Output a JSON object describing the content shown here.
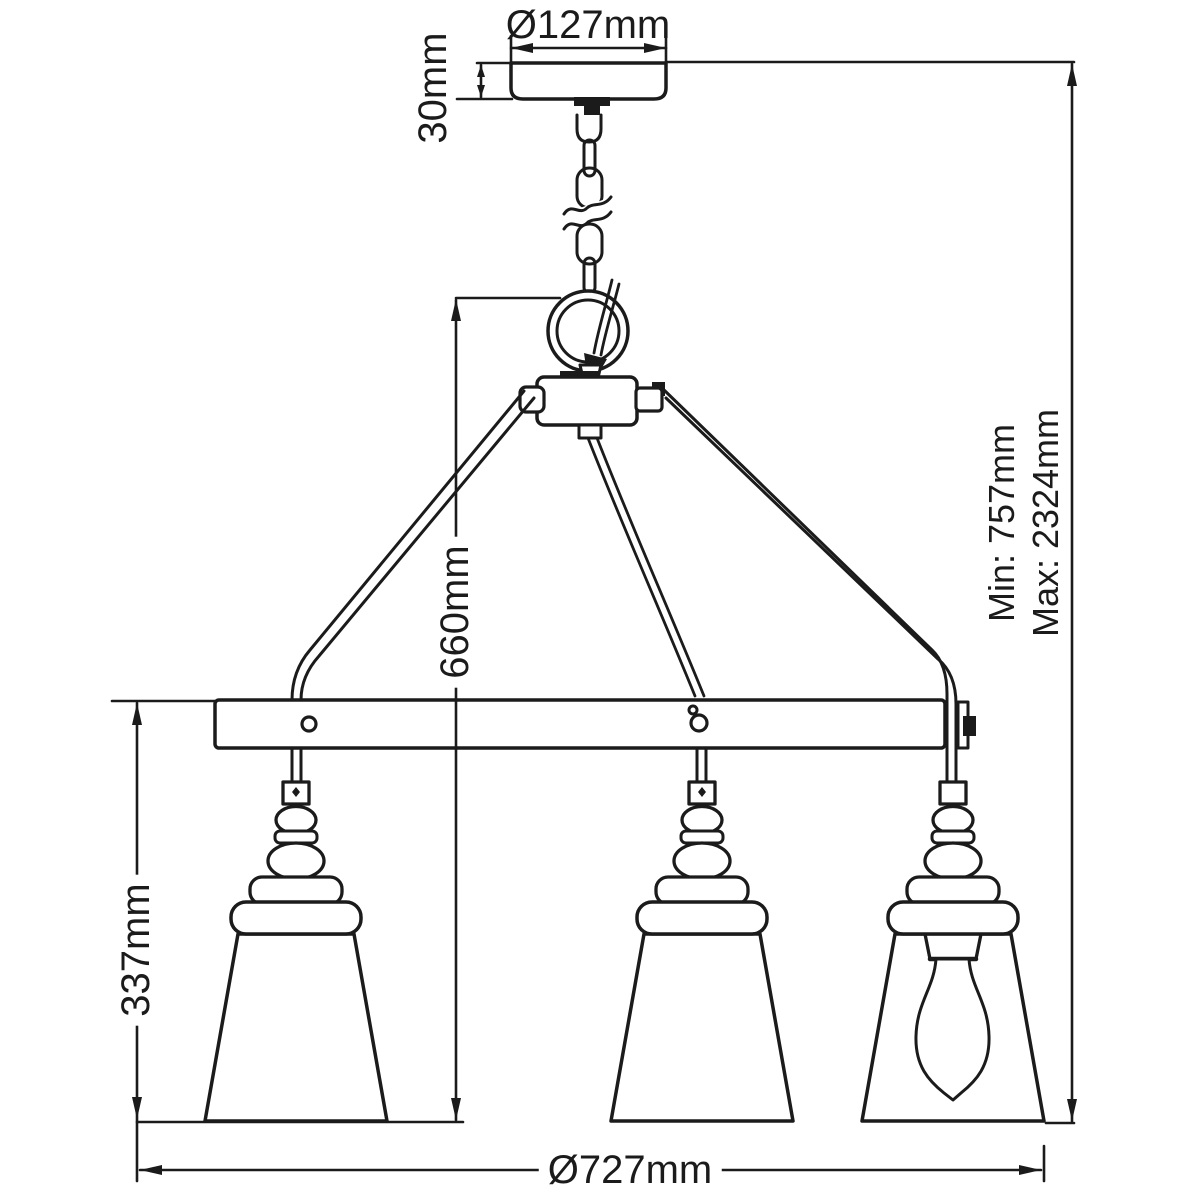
{
  "page": {
    "background": "#ffffff",
    "line_color": "#1b1b1b"
  },
  "dims": {
    "canopy_diameter": "Ø127mm",
    "canopy_height": "30mm",
    "body_height": "660mm",
    "shade_drop": "337mm",
    "min_drop": "Min: 757mm",
    "max_drop": "Max: 2324mm",
    "fixture_diameter": "Ø727mm"
  }
}
